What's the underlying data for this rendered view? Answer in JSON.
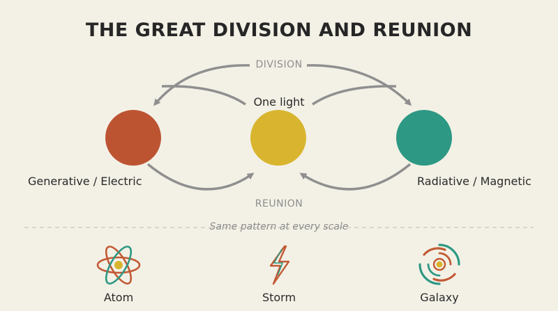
{
  "title": "THE GREAT DIVISION AND REUNION",
  "arrows": {
    "division_label": "DIVISION",
    "reunion_label": "REUNION"
  },
  "nodes": {
    "center": {
      "label": "One light",
      "color": "#d9b52f"
    },
    "left": {
      "label": "Generative / Electric",
      "color": "#bc5432"
    },
    "right": {
      "label": "Radiative / Magnetic",
      "color": "#2d9883"
    }
  },
  "scale_note": "Same pattern at every scale",
  "icons": [
    {
      "label": "Atom",
      "icon": "atom-icon"
    },
    {
      "label": "Storm",
      "icon": "lightning-bolt-icon"
    },
    {
      "label": "Galaxy",
      "icon": "spiral-galaxy-icon"
    }
  ]
}
